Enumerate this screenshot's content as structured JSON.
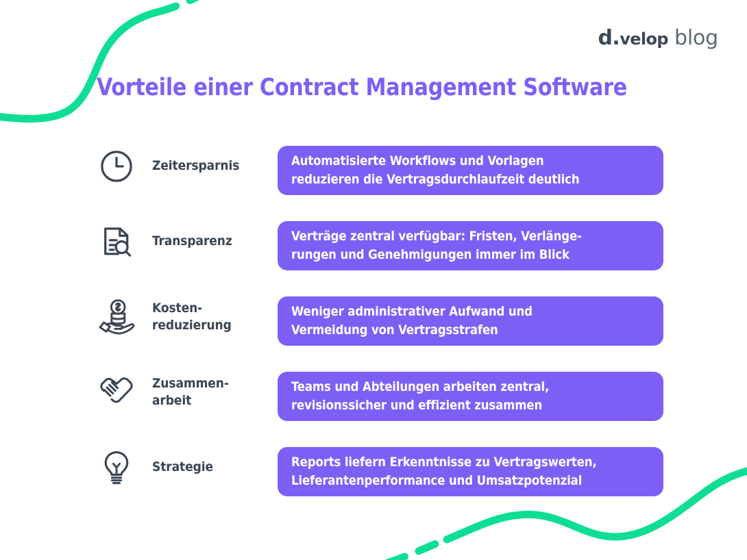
{
  "brand": {
    "logo_mark_d": "d.",
    "logo_mark_velop": "velop",
    "logo_word": "blog",
    "logo_full": "d.velop blog"
  },
  "header": {
    "title": "Vorteile einer Contract Management Software"
  },
  "colors": {
    "accent_purple": "#7d5ff5",
    "title_purple": "#7e5ff5",
    "label_dark": "#3a4552",
    "wave_green": "#0ede94",
    "pill_text": "#ffffff",
    "background": "#ffffff"
  },
  "rows": [
    {
      "icon": "clock-icon",
      "label_lines": [
        "Zeitersparnis"
      ],
      "pill_lines": [
        "Automatisierte Workflows und Vorlagen",
        "reduzieren die Vertragsdurchlaufzeit deutlich"
      ]
    },
    {
      "icon": "document-search-icon",
      "label_lines": [
        "Transparenz"
      ],
      "pill_lines": [
        "Verträge zentral verfügbar:  Fristen, Verlänge-",
        "rungen und Genehmigungen immer im Blick"
      ]
    },
    {
      "icon": "hand-coins-icon",
      "label_lines": [
        "Kosten-",
        "reduzierung"
      ],
      "pill_lines": [
        "Weniger administrativer Aufwand und",
        "Vermeidung von Vertragsstrafen"
      ]
    },
    {
      "icon": "handshake-icon",
      "label_lines": [
        "Zusammen-",
        "arbeit"
      ],
      "pill_lines": [
        "Teams und Abteilungen arbeiten zentral,",
        "revisionssicher und effizient zusammen"
      ]
    },
    {
      "icon": "lightbulb-icon",
      "label_lines": [
        "Strategie"
      ],
      "pill_lines": [
        "Reports liefern Erkenntnisse zu Vertragswerten,",
        "Lieferantenperformance und Umsatzpotenzial"
      ]
    }
  ],
  "decorations": [
    {
      "name": "wave-top-left",
      "color": "#0ede94"
    },
    {
      "name": "wave-bottom-right",
      "color": "#0ede94"
    }
  ]
}
